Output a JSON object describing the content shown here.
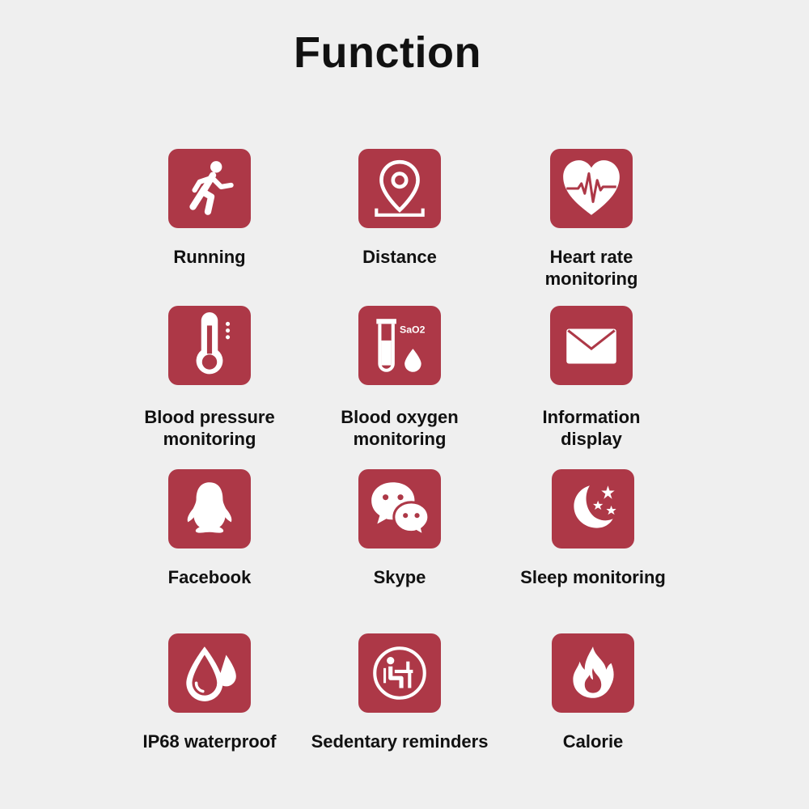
{
  "page": {
    "title": "Function",
    "tile_color": "#ad3847",
    "background_color": "#efefef"
  },
  "features": [
    {
      "label": "Running",
      "icon": "running-person-icon"
    },
    {
      "label": "Distance",
      "icon": "map-pin-icon"
    },
    {
      "label": "Heart rate\nmonitoring",
      "icon": "heart-pulse-icon"
    },
    {
      "label": "Blood pressure\nmonitoring",
      "icon": "thermometer-icon"
    },
    {
      "label": "Blood oxygen\nmonitoring",
      "icon": "test-tube-drop-icon",
      "icon_text": "SaO2"
    },
    {
      "label": "Information\ndisplay",
      "icon": "envelope-icon"
    },
    {
      "label": "Facebook",
      "icon": "penguin-icon"
    },
    {
      "label": "Skype",
      "icon": "chat-bubbles-icon"
    },
    {
      "label": "Sleep monitoring",
      "icon": "moon-stars-icon"
    },
    {
      "label": "IP68 waterproof",
      "icon": "water-drops-icon"
    },
    {
      "label": "Sedentary reminders",
      "icon": "sitting-person-icon"
    },
    {
      "label": "Calorie",
      "icon": "flame-icon"
    }
  ]
}
